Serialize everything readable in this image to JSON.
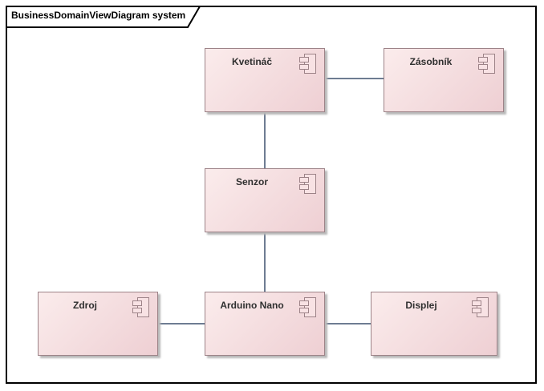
{
  "frame": {
    "title": "BusinessDomainViewDiagram system"
  },
  "components": [
    {
      "id": "kvetinac",
      "label": "Kvetináč"
    },
    {
      "id": "zasobnik",
      "label": "Zásobník"
    },
    {
      "id": "senzor",
      "label": "Senzor"
    },
    {
      "id": "zdroj",
      "label": "Zdroj"
    },
    {
      "id": "arduino-nano",
      "label": "Arduino Nano"
    },
    {
      "id": "displej",
      "label": "Displej"
    }
  ],
  "connections": [
    {
      "from": "Kvetináč",
      "to": "Zásobník"
    },
    {
      "from": "Kvetináč",
      "to": "Senzor"
    },
    {
      "from": "Senzor",
      "to": "Arduino Nano"
    },
    {
      "from": "Zdroj",
      "to": "Arduino Nano"
    },
    {
      "from": "Arduino Nano",
      "to": "Displej"
    }
  ],
  "colors": {
    "component_fill_top": "#fbecec",
    "component_fill_bottom": "#eecfd3",
    "component_border": "#9d8388",
    "icon_fill": "#f8e2e4",
    "connector": "#6e7c92",
    "frame_border": "#000000",
    "label_text": "#2f2f2f"
  }
}
